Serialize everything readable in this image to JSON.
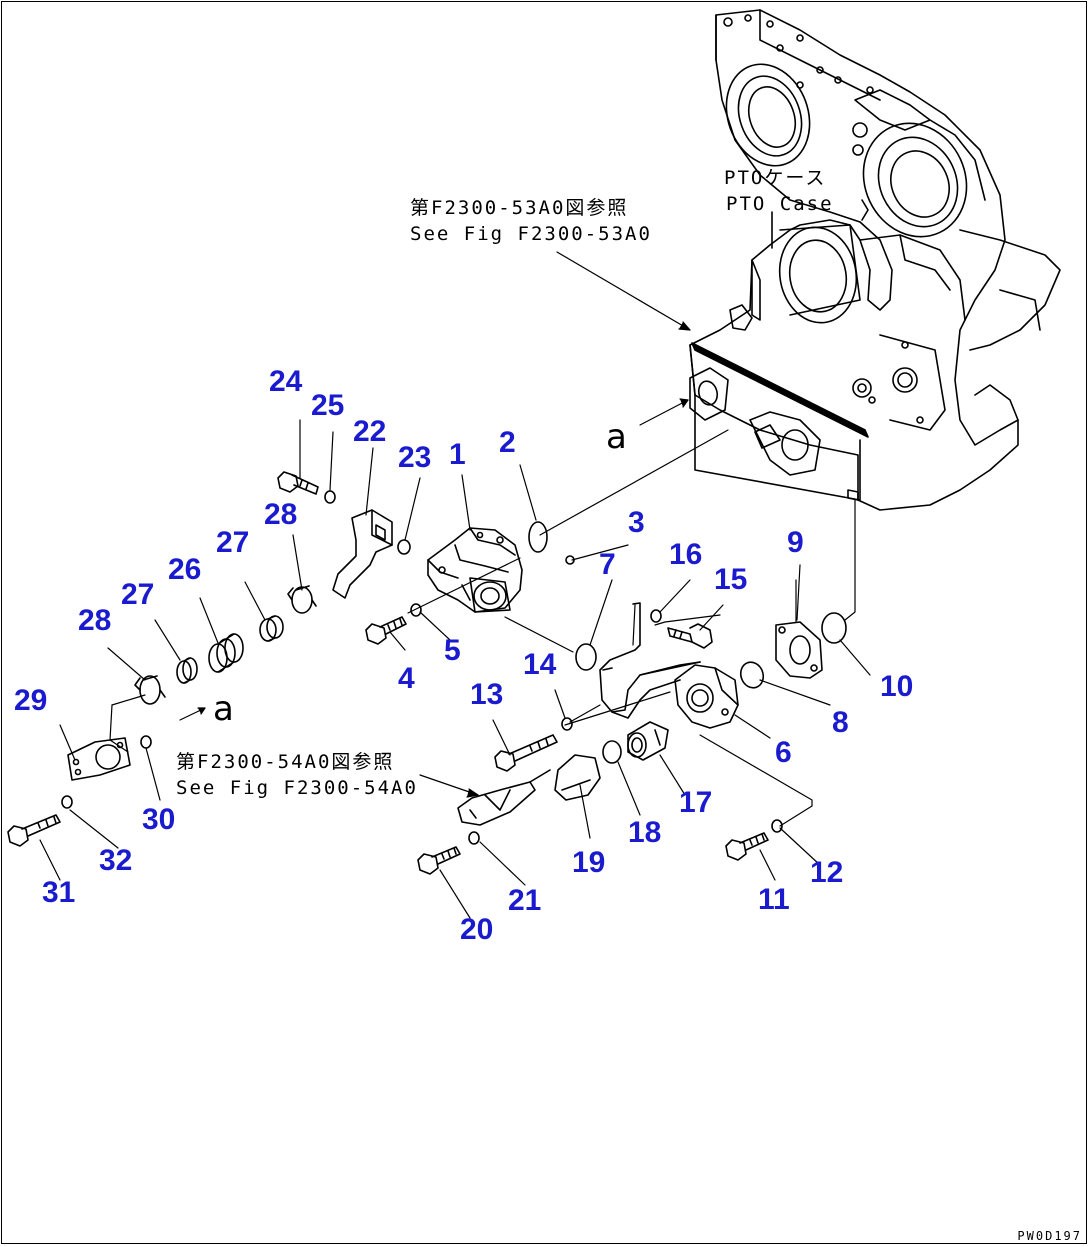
{
  "diagram": {
    "accent_color": "#1a1acf",
    "line_color": "#000000",
    "callouts": [
      {
        "id": "c1",
        "label": "1"
      },
      {
        "id": "c2",
        "label": "2"
      },
      {
        "id": "c3",
        "label": "3"
      },
      {
        "id": "c4",
        "label": "4"
      },
      {
        "id": "c5",
        "label": "5"
      },
      {
        "id": "c6",
        "label": "6"
      },
      {
        "id": "c7",
        "label": "7"
      },
      {
        "id": "c8",
        "label": "8"
      },
      {
        "id": "c9",
        "label": "9"
      },
      {
        "id": "c10",
        "label": "10"
      },
      {
        "id": "c11",
        "label": "11"
      },
      {
        "id": "c12",
        "label": "12"
      },
      {
        "id": "c13",
        "label": "13"
      },
      {
        "id": "c14",
        "label": "14"
      },
      {
        "id": "c15",
        "label": "15"
      },
      {
        "id": "c16",
        "label": "16"
      },
      {
        "id": "c17",
        "label": "17"
      },
      {
        "id": "c18",
        "label": "18"
      },
      {
        "id": "c19",
        "label": "19"
      },
      {
        "id": "c20",
        "label": "20"
      },
      {
        "id": "c21",
        "label": "21"
      },
      {
        "id": "c22",
        "label": "22"
      },
      {
        "id": "c23",
        "label": "23"
      },
      {
        "id": "c24",
        "label": "24"
      },
      {
        "id": "c25",
        "label": "25"
      },
      {
        "id": "c26",
        "label": "26"
      },
      {
        "id": "c27a",
        "label": "27"
      },
      {
        "id": "c27b",
        "label": "27"
      },
      {
        "id": "c28a",
        "label": "28"
      },
      {
        "id": "c28b",
        "label": "28"
      },
      {
        "id": "c29",
        "label": "29"
      },
      {
        "id": "c30",
        "label": "30"
      },
      {
        "id": "c31",
        "label": "31"
      },
      {
        "id": "c32",
        "label": "32"
      }
    ],
    "references": {
      "fig53_jp": "第F2300-53A0図参照",
      "fig53_en": "See Fig F2300-53A0",
      "fig54_jp": "第F2300-54A0図参照",
      "fig54_en": "See Fig F2300-54A0",
      "pto_jp": "PTOケース",
      "pto_en": "PTO Case"
    },
    "view_letter": "a",
    "drawing_code": "PW0D197"
  }
}
